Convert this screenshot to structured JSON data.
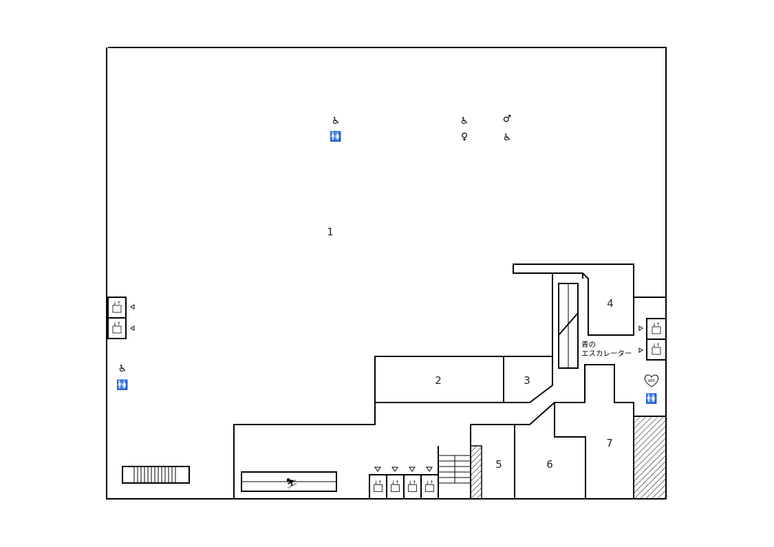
{
  "rooms": [
    "1",
    "2",
    "3",
    "4",
    "5",
    "6",
    "7"
  ],
  "escalator_label": [
    "青の",
    "エスカレーター"
  ],
  "aed_label": "AED",
  "icons": {
    "accessible": "wheelchair-icon",
    "restroom": "restroom-icon",
    "elevator": "elevator-icon",
    "escalator": "escalator-icon",
    "stairs": "stairs-icon"
  }
}
